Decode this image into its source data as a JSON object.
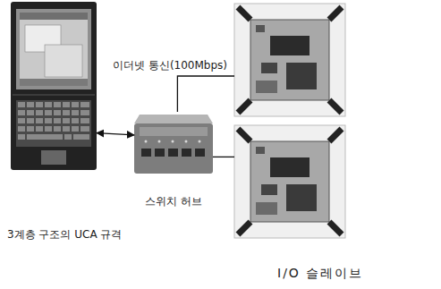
{
  "diagram": {
    "nodes": [
      {
        "text": [
          "3계층 구조의 UCA 규격"
        ]
      },
      {
        "text": [
          "스위치 허브"
        ]
      },
      {
        "text": [
          "I/O 슬레이브"
        ]
      }
    ],
    "edges": [
      {
        "from": 0,
        "to": 1,
        "arrow": "both"
      },
      {
        "from": 1,
        "to": 2,
        "arrow": "none",
        "label": "이더넷 통신(100Mbps)"
      },
      {
        "from": 1,
        "to": 2,
        "arrow": "none"
      }
    ]
  }
}
